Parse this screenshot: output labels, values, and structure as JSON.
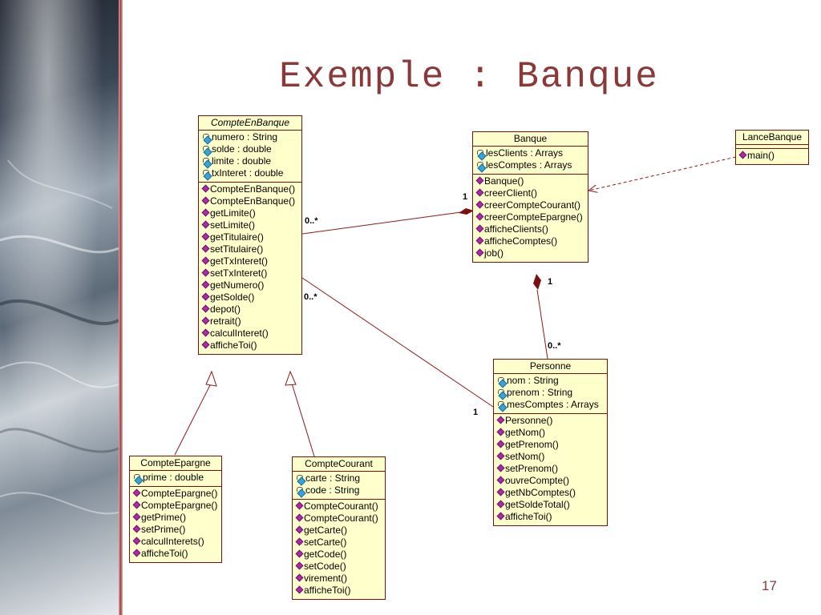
{
  "slide": {
    "title": "Exemple : Banque",
    "page_number": "17"
  },
  "colors": {
    "title": "#8a3838",
    "class_fill": "#ffffcc",
    "class_border": "#7a1010",
    "association_line": "#8b1a1a",
    "attribute_icon": "#36a4d8",
    "operation_icon": "#b02aa8"
  },
  "classes": {
    "compte_en_banque": {
      "name": "CompteEnBanque",
      "abstract": true,
      "attributes": [
        "numero : String",
        "solde : double",
        "limite : double",
        "txInteret : double"
      ],
      "operations": [
        "CompteEnBanque()",
        "CompteEnBanque()",
        "getLimite()",
        "setLimite()",
        "getTitulaire()",
        "setTitulaire()",
        "getTxInteret()",
        "setTxInteret()",
        "getNumero()",
        "getSolde()",
        "depot()",
        "retrait()",
        "calculInteret()",
        "afficheToi()"
      ]
    },
    "banque": {
      "name": "Banque",
      "attributes": [
        "lesClients : Arrays",
        "lesComptes : Arrays"
      ],
      "operations": [
        "Banque()",
        "creerClient()",
        "creerCompteCourant()",
        "creerCompteEpargne()",
        "afficheClients()",
        "afficheComptes()",
        "job()"
      ]
    },
    "lance_banque": {
      "name": "LanceBanque",
      "attributes": [],
      "operations": [
        "main()"
      ]
    },
    "personne": {
      "name": "Personne",
      "attributes": [
        "nom : String",
        "prenom : String",
        "mesComptes : Arrays"
      ],
      "operations": [
        "Personne()",
        "getNom()",
        "getPrenom()",
        "setNom()",
        "setPrenom()",
        "ouvreCompte()",
        "getNbComptes()",
        "getSoldeTotal()",
        "afficheToi()"
      ]
    },
    "compte_epargne": {
      "name": "CompteEpargne",
      "attributes": [
        "prime : double"
      ],
      "operations": [
        "CompteEpargne()",
        "CompteEpargne()",
        "getPrime()",
        "setPrime()",
        "calculInterets()",
        "afficheToi()"
      ]
    },
    "compte_courant": {
      "name": "CompteCourant",
      "attributes": [
        "carte : String",
        "code : String"
      ],
      "operations": [
        "CompteCourant()",
        "CompteCourant()",
        "getCarte()",
        "setCarte()",
        "getCode()",
        "setCode()",
        "virement()",
        "afficheToi()"
      ]
    }
  },
  "multiplicities": {
    "banque_comptes_whole": "1",
    "banque_comptes_part": "0..*",
    "banque_personne_whole": "1",
    "banque_personne_part": "0..*",
    "compte_side": "0..*",
    "personne_side": "1"
  },
  "relations": [
    {
      "type": "composition",
      "whole": "Banque",
      "part": "CompteEnBanque"
    },
    {
      "type": "composition",
      "whole": "Banque",
      "part": "Personne"
    },
    {
      "type": "association",
      "from": "CompteEnBanque",
      "to": "Personne"
    },
    {
      "type": "dependency",
      "from": "LanceBanque",
      "to": "Banque"
    },
    {
      "type": "generalization",
      "child": "CompteEpargne",
      "parent": "CompteEnBanque"
    },
    {
      "type": "generalization",
      "child": "CompteCourant",
      "parent": "CompteEnBanque"
    }
  ]
}
